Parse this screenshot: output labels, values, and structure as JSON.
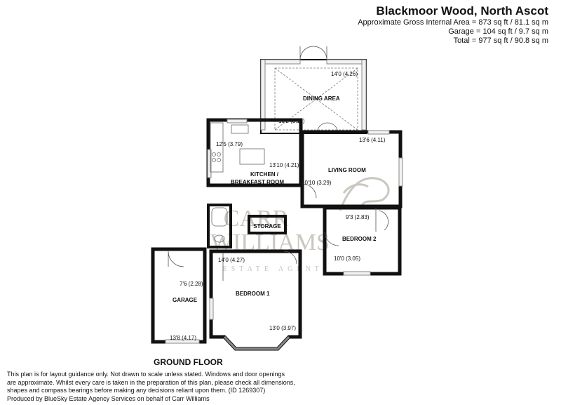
{
  "header": {
    "title": "Blackmoor Wood, North Ascot",
    "area_lines": [
      "Approximate Gross Internal Area = 873 sq ft / 81.1 sq m",
      "Garage = 104 sq ft / 9.7 sq m",
      "Total = 977 sq ft / 90.8 sq m"
    ]
  },
  "rooms": {
    "dining": {
      "name": "DINING AREA",
      "dim1": "14'0 (4.26)",
      "dim2": "10'2 (3.11)"
    },
    "kitchen": {
      "name_line1": "KITCHEN /",
      "name_line2": "BREAKFAST ROOM",
      "dim1": "12'5 (3.79)",
      "dim2": "13'10 (4.21)"
    },
    "living": {
      "name": "LIVING ROOM",
      "dim1": "13'6 (4.11)",
      "dim2": "10'10 (3.29)"
    },
    "storage": {
      "name": "STORAGE"
    },
    "bedroom2": {
      "name": "BEDROOM 2",
      "dim1": "9'3 (2.83)",
      "dim2": "10'0 (3.05)"
    },
    "bedroom1": {
      "name": "BEDROOM 1",
      "dim1": "14'0 (4.27)",
      "dim2": "13'0 (3.97)"
    },
    "garage": {
      "name": "GARAGE",
      "dim1": "7'6 (2.28)",
      "dim2": "13'8 (4.17)"
    }
  },
  "watermark": {
    "line1": "CARR",
    "line2": "WILLIAMS",
    "line3": "ESTATE AGENTS"
  },
  "floor_label": "GROUND FLOOR",
  "disclaimer": {
    "line1": "This plan is for layout guidance only. Not drawn to scale unless stated. Windows and door openings",
    "line2": "are approximate. Whilst every care is taken in the preparation of this plan, please check all dimensions,",
    "line3": "shapes and compass bearings before making any decisions reliant upon them. (ID 1269307)",
    "line4": "Produced by BlueSky Estate Agency Services on behalf of Carr Williams"
  }
}
